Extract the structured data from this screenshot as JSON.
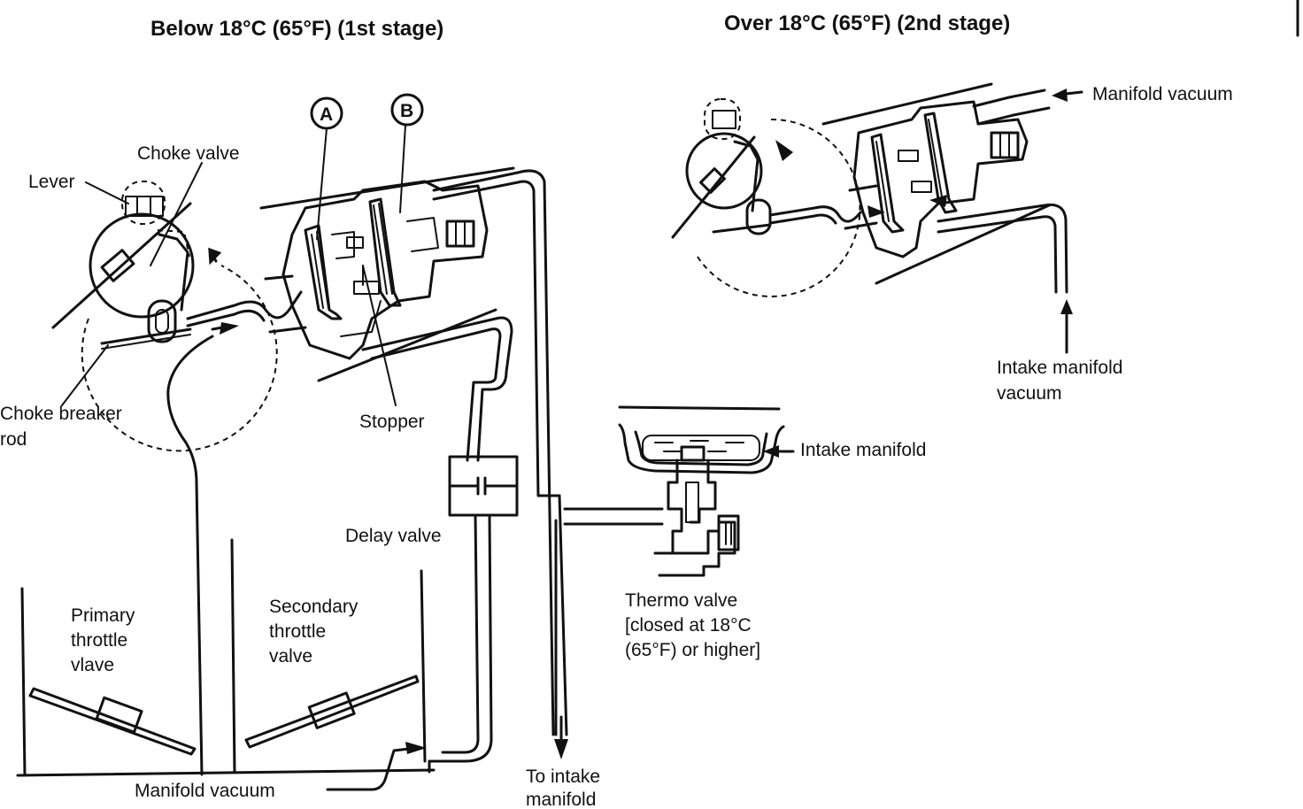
{
  "titles": {
    "left": "Below 18°C (65°F) (1st stage)",
    "right": "Over 18°C (65°F) (2nd stage)"
  },
  "labels": {
    "lever": "Lever",
    "choke_valve": "Choke valve",
    "choke_breaker_rod_1": "Choke breaker",
    "choke_breaker_rod_2": "rod",
    "circle_a": "A",
    "circle_b": "B",
    "stopper": "Stopper",
    "delay_valve": "Delay valve",
    "primary_1": "Primary",
    "primary_2": "throttle",
    "primary_3": "vlave",
    "secondary_1": "Secondary",
    "secondary_2": "throttle",
    "secondary_3": "valve",
    "manifold_vacuum_bottom": "Manifold vacuum",
    "to_intake_1": "To intake",
    "to_intake_2": "manifold",
    "intake_manifold": "Intake manifold",
    "thermo_1": "Thermo valve",
    "thermo_2": "[closed at 18°C",
    "thermo_3": "(65°F) or higher]",
    "manifold_vacuum_top": "Manifold vacuum",
    "intake_vac_1": "Intake manifold",
    "intake_vac_2": "vacuum"
  }
}
